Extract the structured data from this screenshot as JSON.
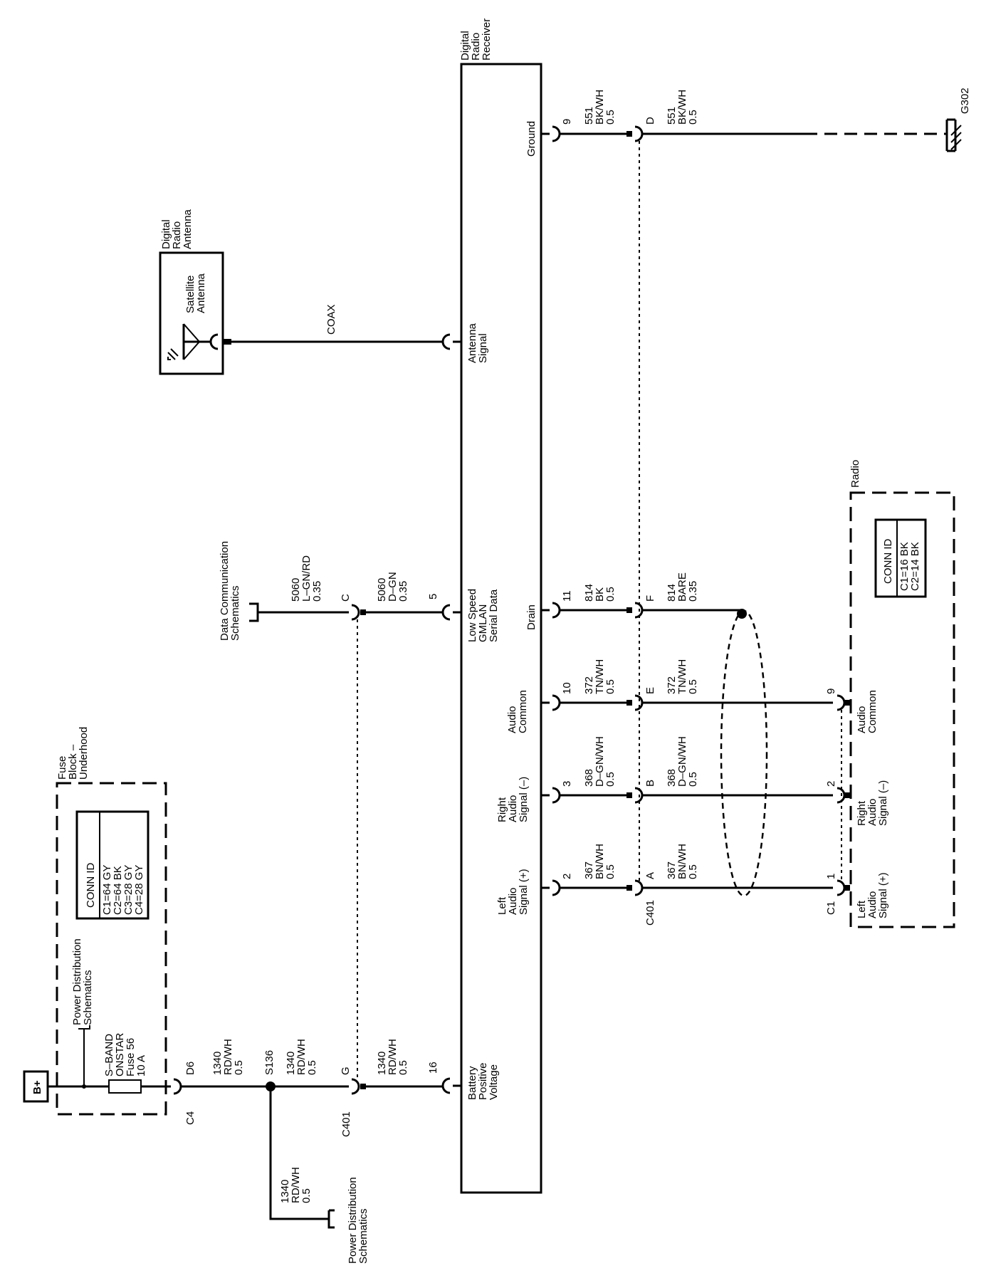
{
  "receiver": {
    "title_l1": "Digital",
    "title_l2": "Radio",
    "title_l3": "Receiver",
    "pins": [
      {
        "num": "16",
        "name_l1": "Battery",
        "name_l2": "Positive",
        "name_l3": "Voltage"
      },
      {
        "num": "5",
        "name_l1": "Low Speed",
        "name_l2": "GMLAN",
        "name_l3": "Serial Data"
      },
      {
        "num": "",
        "name_l1": "Antenna",
        "name_l2": "Signal",
        "name_l3": ""
      },
      {
        "num": "9",
        "name_l1": "Ground",
        "name_l2": "",
        "name_l3": ""
      },
      {
        "num": "11",
        "name_l1": "Drain",
        "name_l2": "",
        "name_l3": ""
      },
      {
        "num": "10",
        "name_l1": "Audio",
        "name_l2": "Common",
        "name_l3": ""
      },
      {
        "num": "3",
        "name_l1": "Right",
        "name_l2": "Audio",
        "name_l3": "Signal (–)"
      },
      {
        "num": "2",
        "name_l1": "Left",
        "name_l2": "Audio",
        "name_l3": "Signal (+)"
      }
    ]
  },
  "fuse_block": {
    "title_l1": "Fuse",
    "title_l2": "Block –",
    "title_l3": "Underhood",
    "bplus": "B+",
    "conn_id": "CONN ID",
    "conn_list": [
      "C1=64 GY",
      "C2=64 BK",
      "C3=28 GY",
      "C4=28 GY"
    ],
    "fuse_l1": "S–BAND",
    "fuse_l2": "ONSTAR",
    "fuse_l3": "Fuse 56",
    "fuse_l4": "10 A",
    "ref_l1": "Power Distribution",
    "ref_l2": "Schematics",
    "pin": "D6",
    "conn": "C4"
  },
  "battery_circuit": {
    "seg1": {
      "num": "1340",
      "color": "RD/WH",
      "size": "0.5"
    },
    "splice": "S136",
    "seg2": {
      "num": "1340",
      "color": "RD/WH",
      "size": "0.5"
    },
    "seg3": {
      "num": "1340",
      "color": "RD/WH",
      "size": "0.5"
    },
    "seg4": {
      "num": "1340",
      "color": "RD/WH",
      "size": "0.5"
    },
    "c401_pin": "G",
    "c401_label": "C401",
    "ref_l1": "Power Distribution",
    "ref_l2": "Schematics"
  },
  "data_circuit": {
    "ref_l1": "Data Communication",
    "ref_l2": "Schematics",
    "seg1": {
      "num": "5060",
      "color": "L–GN/RD",
      "size": "0.35"
    },
    "c401_pin": "C",
    "seg2": {
      "num": "5060",
      "color": "D–GN",
      "size": "0.35"
    }
  },
  "antenna": {
    "title_l1": "Digital",
    "title_l2": "Radio",
    "title_l3": "Antenna",
    "inner_l1": "Satellite",
    "inner_l2": "Antenna",
    "coax": "COAX"
  },
  "ground_circuit": {
    "seg1": {
      "num": "551",
      "color": "BK/WH",
      "size": "0.5"
    },
    "c401_pin": "D",
    "seg2": {
      "num": "551",
      "color": "BK/WH",
      "size": "0.5"
    },
    "ground": "G302"
  },
  "drain_circuit": {
    "seg1": {
      "num": "814",
      "color": "BK",
      "size": "0.5"
    },
    "c401_pin": "F",
    "seg2": {
      "num": "814",
      "color": "BARE",
      "size": "0.35"
    }
  },
  "audio_common": {
    "seg1": {
      "num": "372",
      "color": "TN/WH",
      "size": "0.5"
    },
    "c401_pin": "E",
    "seg2": {
      "num": "372",
      "color": "TN/WH",
      "size": "0.5"
    },
    "radio_pin": "9"
  },
  "right_audio": {
    "seg1": {
      "num": "368",
      "color": "D–GN/WH",
      "size": "0.5"
    },
    "c401_pin": "B",
    "seg2": {
      "num": "368",
      "color": "D–GN/WH",
      "size": "0.5"
    },
    "radio_pin": "2"
  },
  "left_audio": {
    "seg1": {
      "num": "367",
      "color": "BN/WH",
      "size": "0.5"
    },
    "c401_pin": "A",
    "seg2": {
      "num": "367",
      "color": "BN/WH",
      "size": "0.5"
    },
    "radio_pin": "1",
    "c401_label": "C401",
    "c1_label": "C1"
  },
  "radio": {
    "title": "Radio",
    "conn_id": "CONN ID",
    "conn_list": [
      "C1=16 BK",
      "C2=14 BK"
    ],
    "pins": [
      {
        "name_l1": "Audio",
        "name_l2": "Common",
        "name_l3": ""
      },
      {
        "name_l1": "Right",
        "name_l2": "Audio",
        "name_l3": "Signal (–)"
      },
      {
        "name_l1": "Left",
        "name_l2": "Audio",
        "name_l3": "Signal (+)"
      }
    ]
  }
}
